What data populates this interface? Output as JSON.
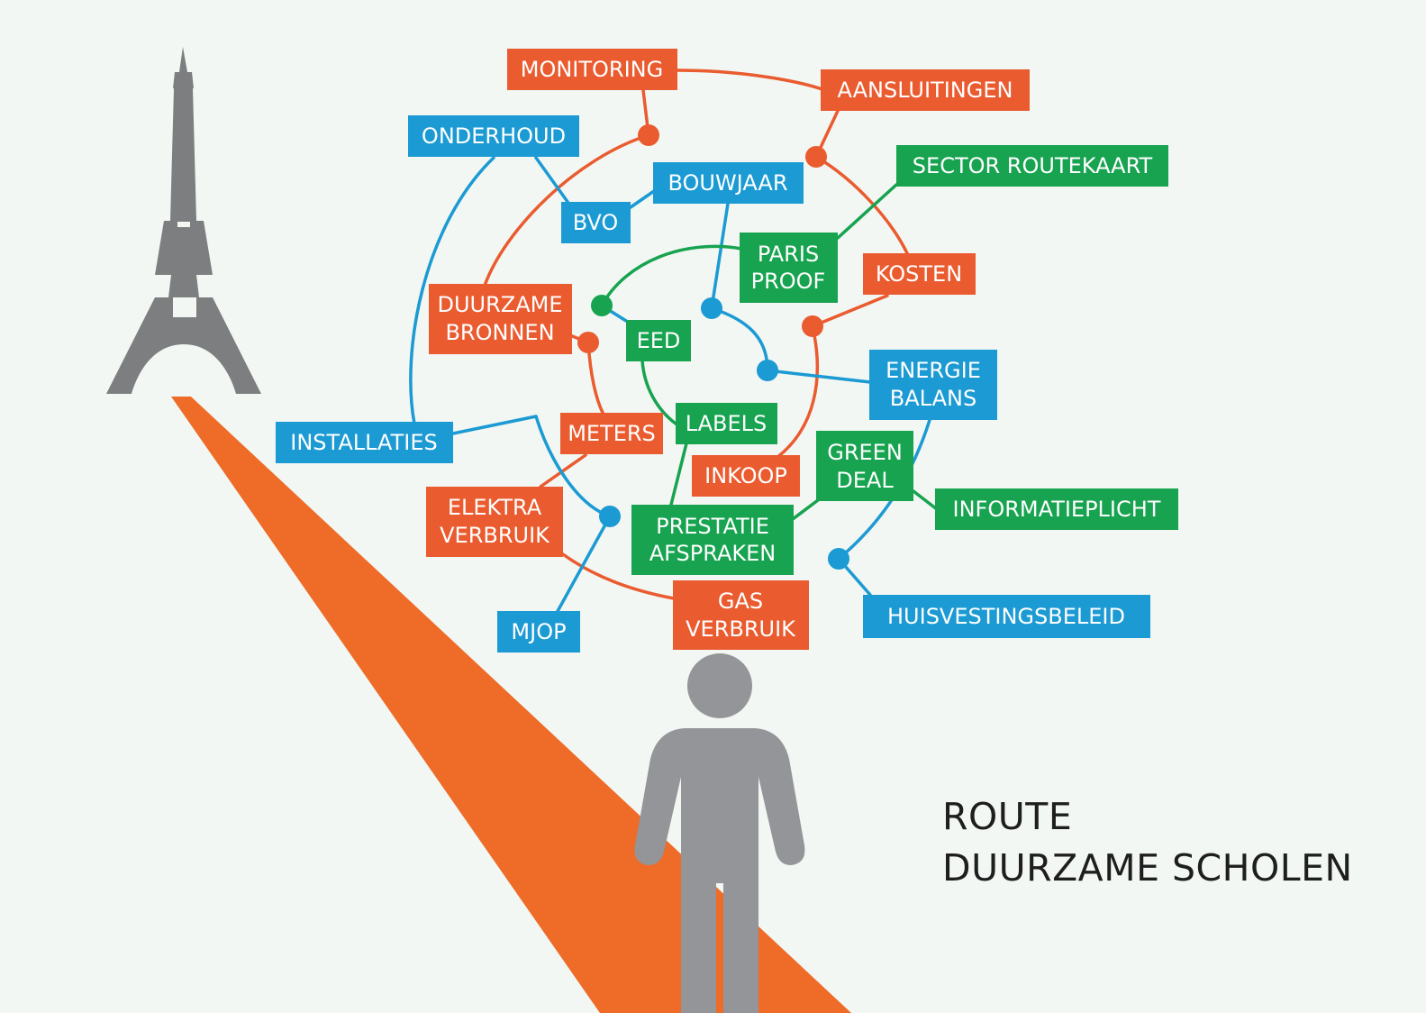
{
  "colors": {
    "background": "#f2f7f3",
    "orange": "#ea5b2f",
    "blue": "#1b9ad3",
    "green": "#17a34f",
    "gray": "#939598",
    "path": "#ee6b28"
  },
  "illustrations": [
    "eiffel-tower-icon",
    "person-icon",
    "road-path"
  ],
  "title": {
    "line1": "ROUTE",
    "line2": "DUURZAME SCHOLEN"
  },
  "labels": {
    "monitoring": "MONITORING",
    "aansluitingen": "AANSLUITINGEN",
    "onderhoud": "ONDERHOUD",
    "sector_routekaart": "SECTOR ROUTEKAART",
    "bouwjaar": "BOUWJAAR",
    "bvo": "BVO",
    "paris_proof": [
      "PARIS",
      "PROOF"
    ],
    "kosten": "KOSTEN",
    "duurzame_bronnen": [
      "DUURZAME",
      "BRONNEN"
    ],
    "eed": "EED",
    "energie_balans": [
      "ENERGIE",
      "BALANS"
    ],
    "labels": "LABELS",
    "installaties": "INSTALLATIES",
    "meters": "METERS",
    "inkoop": "INKOOP",
    "green_deal": [
      "GREEN",
      "DEAL"
    ],
    "elektra_verbruik": [
      "ELEKTRA",
      "VERBRUIK"
    ],
    "prestatie_afspraken": [
      "PRESTATIE",
      "AFSPRAKEN"
    ],
    "informatieplicht": "INFORMATIEPLICHT",
    "huisvestingsbeleid": "HUISVESTINGSBELEID",
    "mjop": "MJOP",
    "gas_verbruik": [
      "GAS",
      "VERBRUIK"
    ]
  }
}
